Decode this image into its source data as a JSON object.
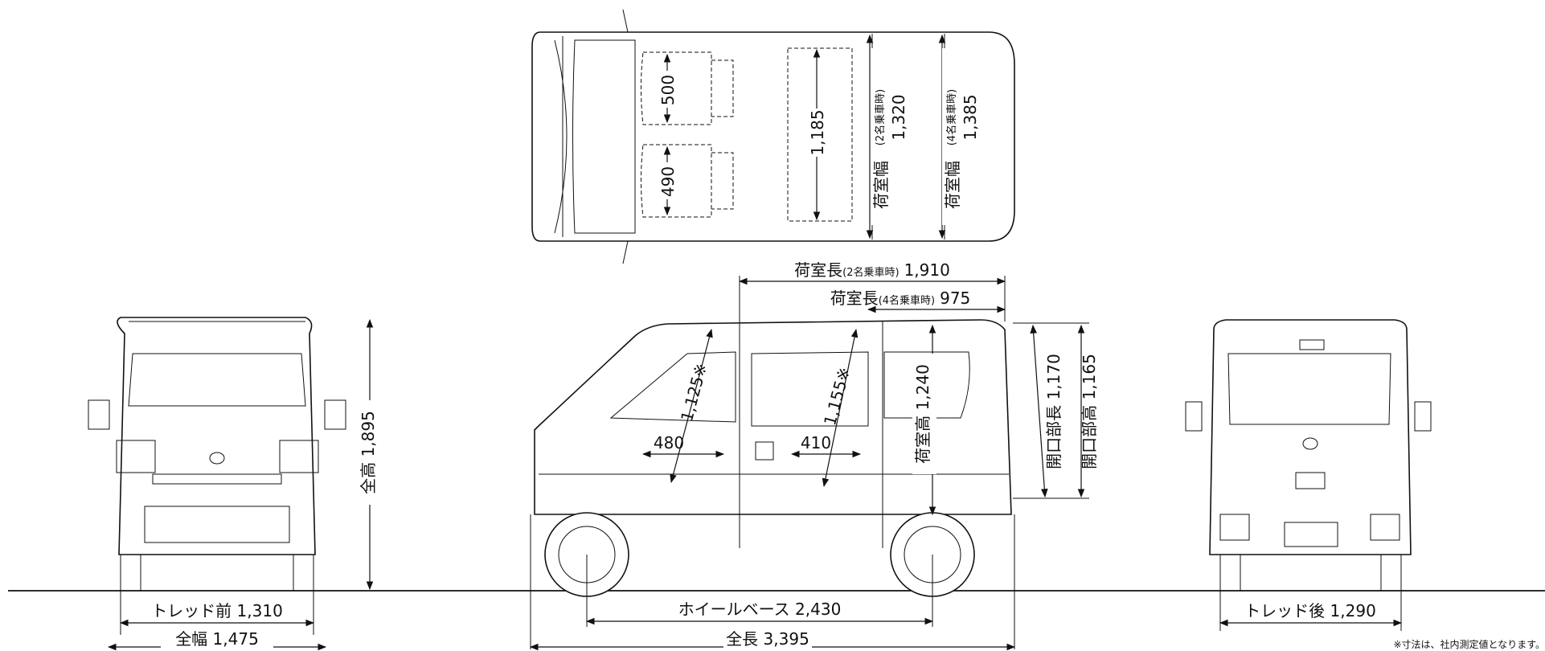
{
  "top_view": {
    "seat_front_width": "500",
    "seat_rear_width": "490",
    "cargo_width_inner": "1,185",
    "cargo_width_2": {
      "label": "荷室幅",
      "note": "(2名乗車時)",
      "value": "1,320"
    },
    "cargo_width_4": {
      "label": "荷室幅",
      "note": "(4名乗車時)",
      "value": "1,385"
    }
  },
  "front_view": {
    "overall_height": "全高 1,895",
    "tread_front": "トレッド前 1,310",
    "overall_width": "全幅 1,475"
  },
  "side_view": {
    "cargo_length_2": {
      "label": "荷室長",
      "note": "(2名乗車時)",
      "value": "1,910"
    },
    "cargo_length_4": {
      "label": "荷室長",
      "note": "(4名乗車時)",
      "value": "975"
    },
    "front_door_diag": "1,125※",
    "slide_door_diag": "1,155※",
    "cargo_height": "荷室高 1,240",
    "opening_length": "開口部長 1,170",
    "opening_height": "開口部高 1,165",
    "front_door_step": "480",
    "slide_door_step": "410",
    "wheelbase": "ホイールベース 2,430",
    "overall_length": "全長 3,395"
  },
  "rear_view": {
    "tread_rear": "トレッド後 1,290"
  },
  "footnote": "※寸法は、社内測定値となります。"
}
